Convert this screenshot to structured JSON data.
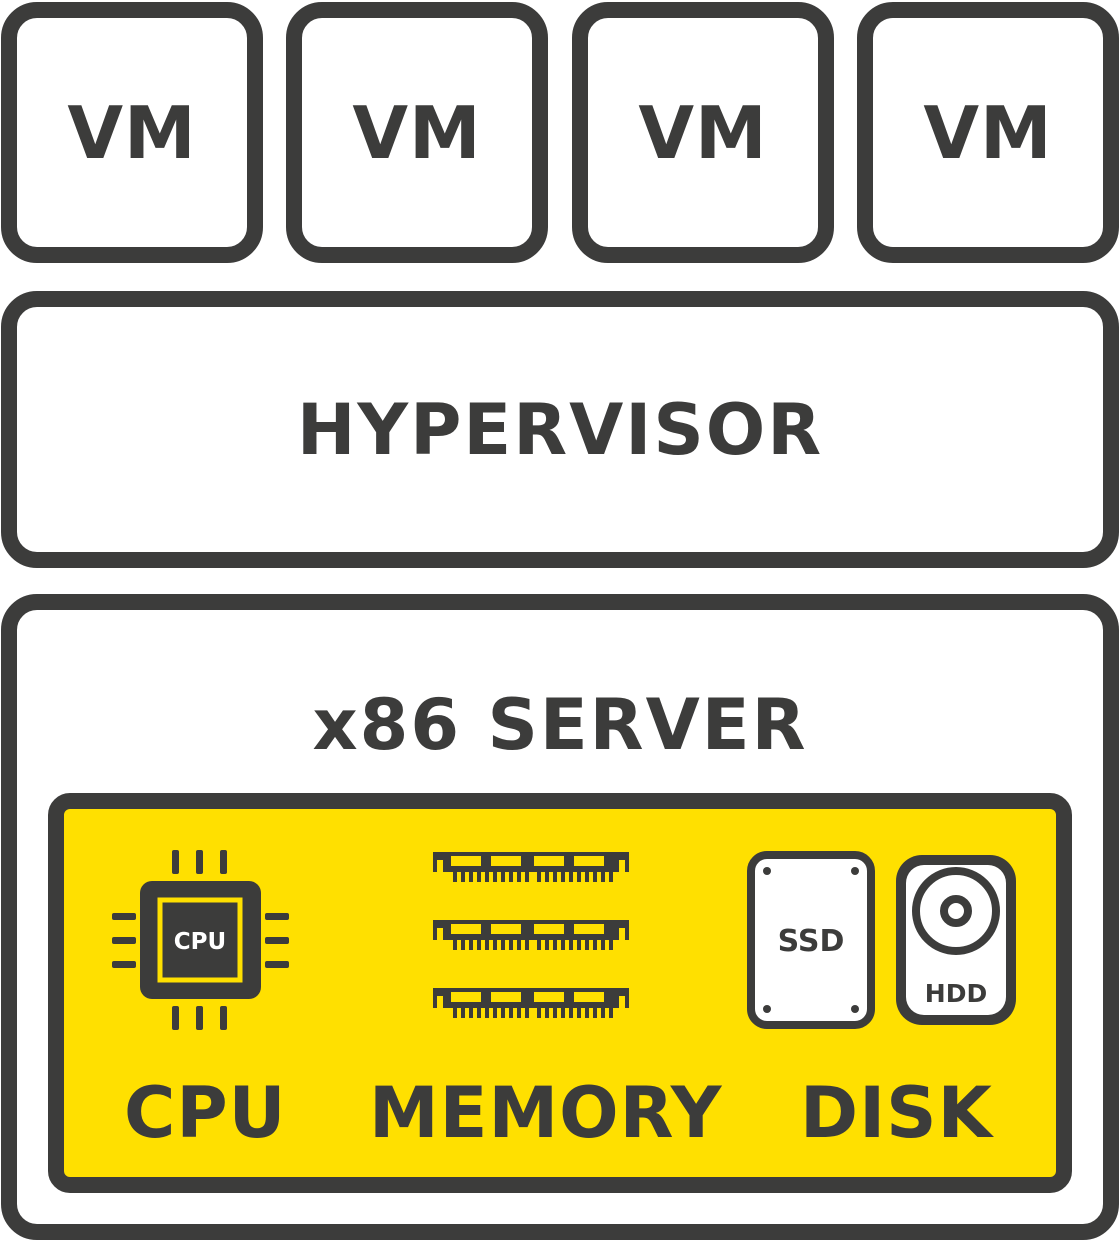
{
  "vms": [
    {
      "label": "VM"
    },
    {
      "label": "VM"
    },
    {
      "label": "VM"
    },
    {
      "label": "VM"
    }
  ],
  "hypervisor": {
    "label": "HYPERVISOR"
  },
  "server": {
    "label": "x86 SERVER"
  },
  "hardware": {
    "cpu": {
      "label": "CPU",
      "chip_text": "CPU",
      "icon": "cpu-chip-icon"
    },
    "memory": {
      "label": "MEMORY",
      "icon": "memory-modules-icon"
    },
    "disk": {
      "label": "DISK",
      "ssd_text": "SSD",
      "hdd_text": "HDD",
      "icons": [
        "ssd-icon",
        "hdd-icon"
      ]
    }
  },
  "colors": {
    "outline": "#3c3c3b",
    "hardware_fill": "#ffe000",
    "background": "#ffffff"
  }
}
